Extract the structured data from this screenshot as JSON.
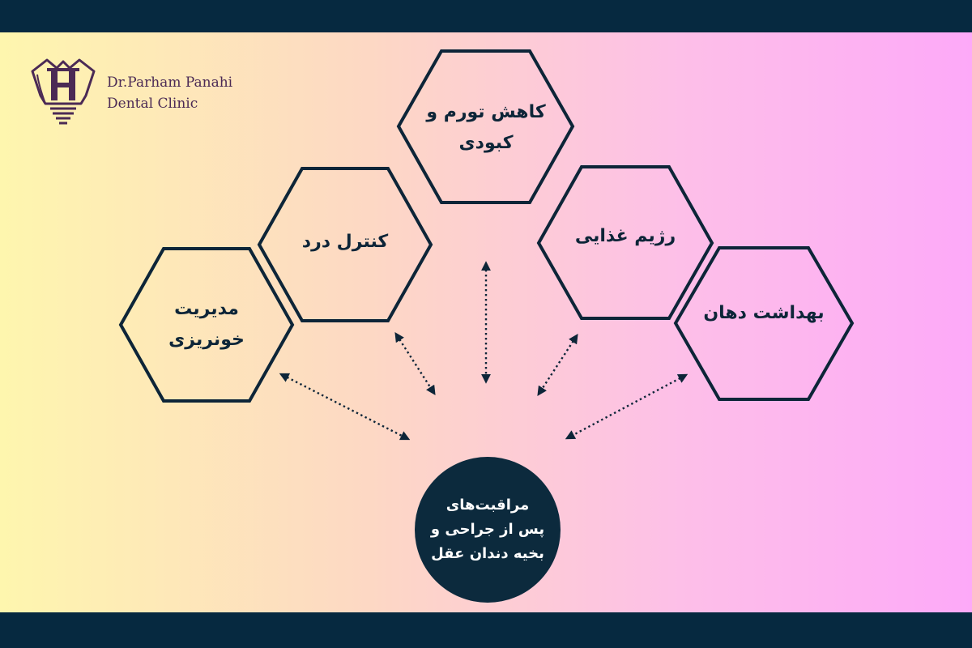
{
  "logo": {
    "line1": "Dr.Parham Panahi",
    "line2": "Dental Clinic"
  },
  "hexagons": [
    {
      "id": "bleeding",
      "text": "مدیریت\nخونریزی"
    },
    {
      "id": "pain",
      "text": "کنترل درد"
    },
    {
      "id": "swelling",
      "text": "کاهش تورم و\nکبودی"
    },
    {
      "id": "diet",
      "text": "رژیم غذایی"
    },
    {
      "id": "hygiene",
      "text": "بهداشت دهان"
    }
  ],
  "center": {
    "text": "مراقبت‌های\nپس از جراحی و\nبخیه دندان عقل"
  },
  "colors": {
    "frame": "#062940",
    "stroke": "#0d2538",
    "center_fill": "#0c2a3d",
    "center_text": "#ffffff",
    "logo": "#4b2a55",
    "gradient_left": "#fef6ae",
    "gradient_right": "#fda9f8"
  }
}
